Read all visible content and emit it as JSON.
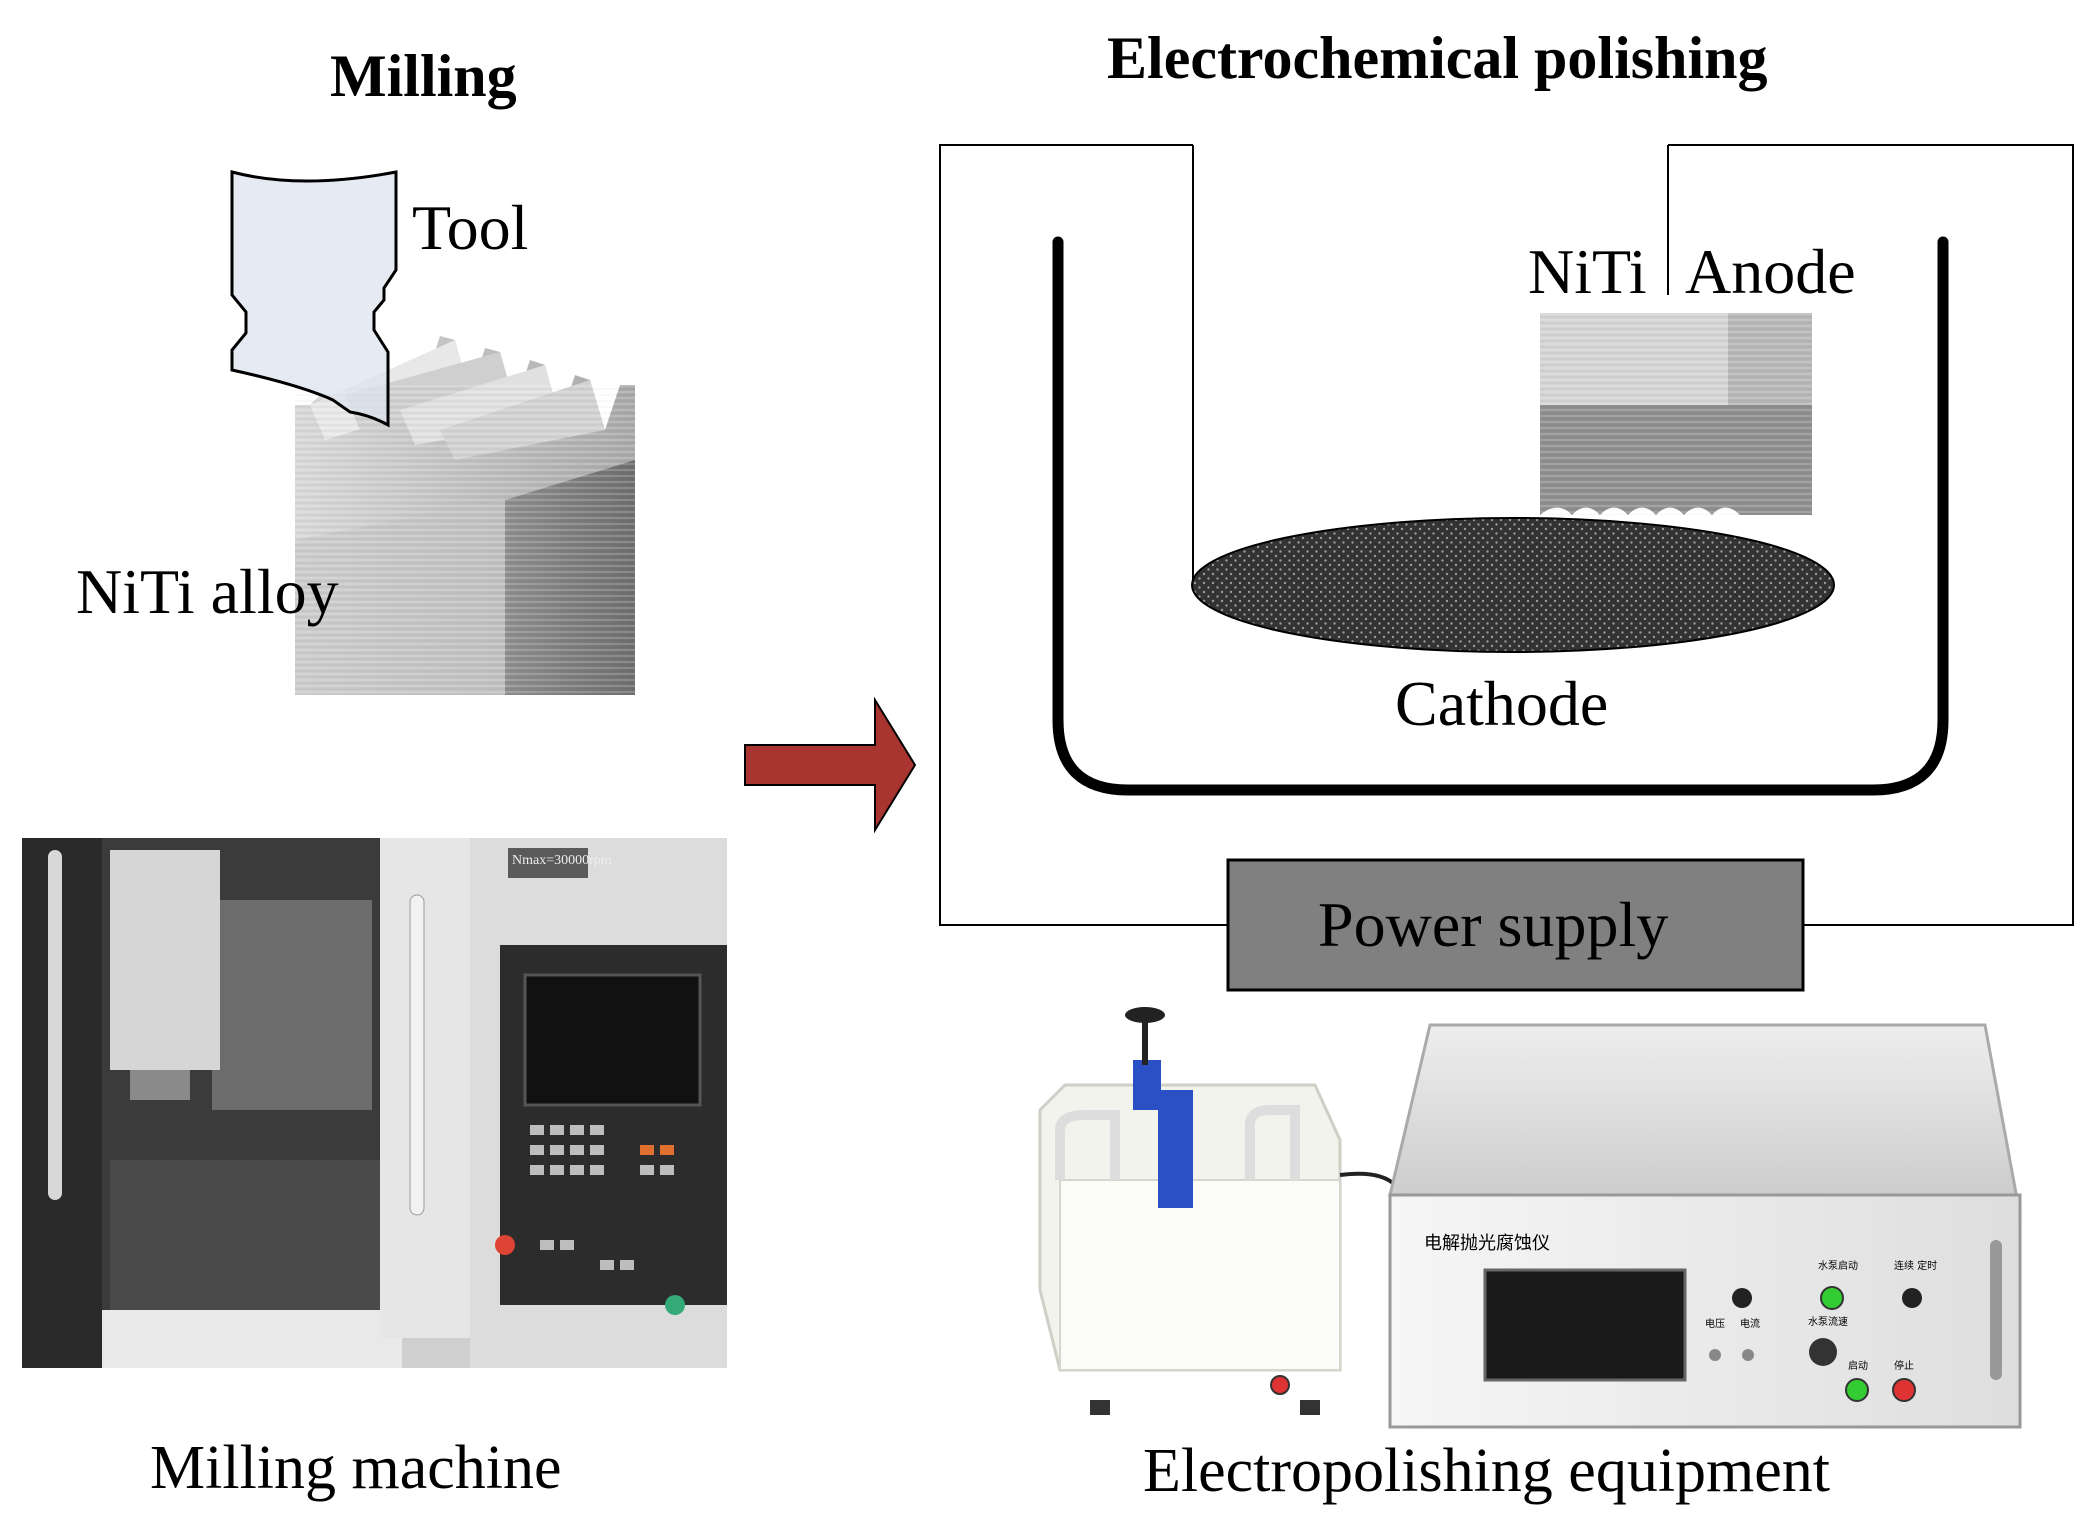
{
  "milling": {
    "title": "Milling",
    "tool_label": "Tool",
    "alloy_label": "NiTi alloy",
    "machine_caption": "Milling machine",
    "machine_plate": "Nmax=30000rpm"
  },
  "polishing": {
    "title": "Electrochemical polishing",
    "anode_label_part1": "NiTi",
    "anode_label_part2": "Anode",
    "cathode_label": "Cathode",
    "power_supply_label": "Power supply",
    "equipment_caption": "Electropolishing equipment",
    "device_panel_label": "电解抛光腐蚀仪",
    "panel_text_pump_start": "水泵启动",
    "panel_text_mode": "连续 定时",
    "panel_text_voltage": "电压",
    "panel_text_current": "电流",
    "panel_text_flow": "水泵流速",
    "panel_text_start": "启动",
    "panel_text_stop": "停止"
  },
  "colors": {
    "arrow_fill": "#a8352f",
    "power_supply_fill": "#808080",
    "cathode_fill": "#3a3a3a",
    "tool_fill": "#dde3ef",
    "blue_clamp": "#2b4fc4"
  }
}
